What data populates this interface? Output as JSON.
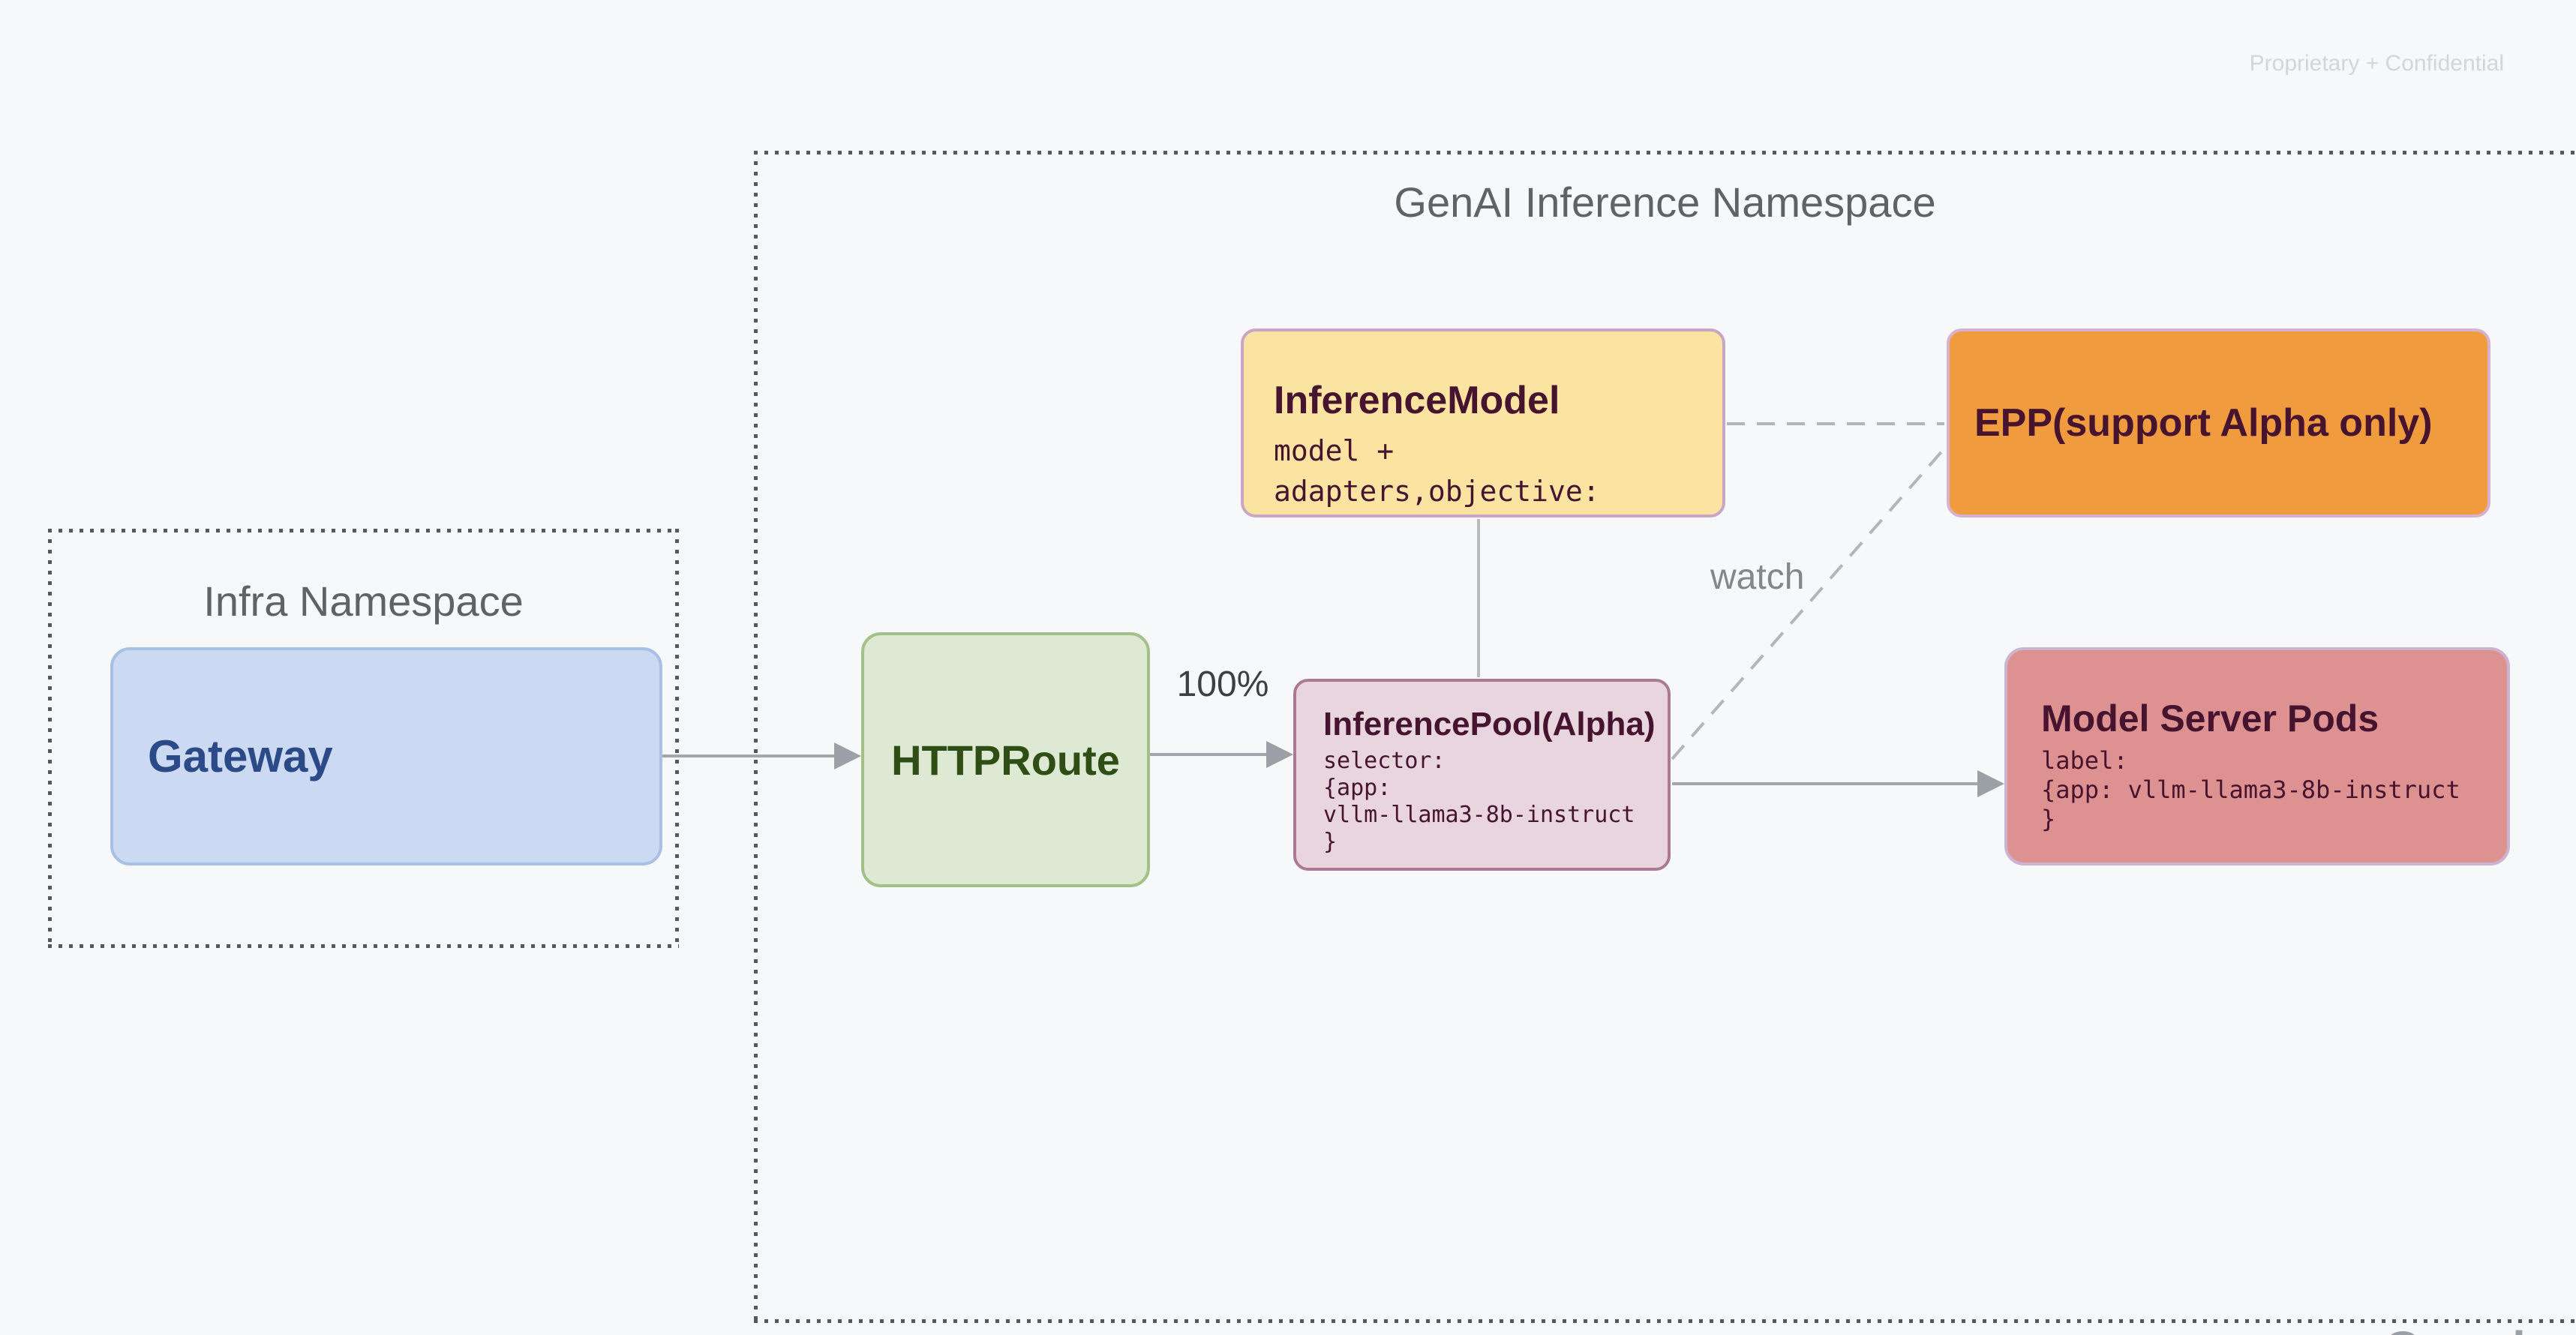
{
  "watermarks": {
    "confidential": "Proprietary + Confidential",
    "brand": "Google"
  },
  "namespaces": {
    "infra": "Infra Namespace",
    "genai": "GenAI Inference Namespace"
  },
  "nodes": {
    "gateway": {
      "title": "Gateway"
    },
    "httproute": {
      "title": "HTTPRoute"
    },
    "inference_model": {
      "title": "InferenceModel",
      "body": "model +\nadapters,objective:"
    },
    "epp": {
      "title": "EPP(support Alpha only)"
    },
    "inference_pool": {
      "title": "InferencePool(Alpha)",
      "body": "selector:\n{app:\nvllm-llama3-8b-instruct\n}"
    },
    "model_server_pods": {
      "title": "Model Server Pods",
      "body": "label:\n{app: vllm-llama3-8b-instruct\n}"
    }
  },
  "labels": {
    "traffic": "100%",
    "watch": "watch"
  },
  "colors": {
    "bg": "#f7f8fa",
    "watermark": "#d3d5d8",
    "brand": "#9aa0a6",
    "dotted": "#55585c",
    "ns_title": "#5f6368",
    "label_dark": "#3c4043",
    "label_gray": "#82878d",
    "box_text": "#47142f",
    "gateway_fill": "#ccd9f2",
    "gateway_border": "#a7c0e4",
    "gateway_text": "#2b4a87",
    "httproute_fill": "#dde9d2",
    "httproute_border": "#a3c089",
    "httproute_text": "#2e4e15",
    "inference_model_fill": "#fbe3a1",
    "inference_model_border": "#c9a6c6",
    "epp_fill": "#f09b3e",
    "epp_border": "#d5b3d0",
    "inference_pool_fill": "#e9d5de",
    "inference_pool_border": "#aa7a94",
    "model_server_fill": "#dd9191",
    "model_server_border": "#cbb4cf",
    "line": "#a2a7ad",
    "line_light": "#b7babf",
    "arrowhead": "#9aa0a6",
    "dashed": "#b2b6bb"
  }
}
